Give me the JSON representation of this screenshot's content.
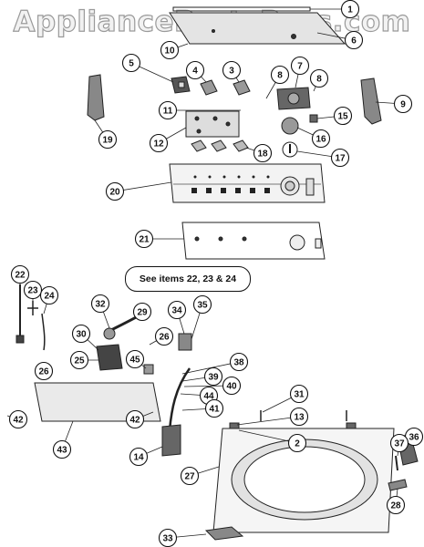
{
  "watermark": "AppliancePartsPros.com",
  "note": "See items 22, 23 & 24",
  "callouts": [
    {
      "id": "c1",
      "label": "1"
    },
    {
      "id": "c6",
      "label": "6"
    },
    {
      "id": "c10",
      "label": "10"
    },
    {
      "id": "c5",
      "label": "5"
    },
    {
      "id": "c4",
      "label": "4"
    },
    {
      "id": "c3",
      "label": "3"
    },
    {
      "id": "c7",
      "label": "7"
    },
    {
      "id": "c8a",
      "label": "8"
    },
    {
      "id": "c8b",
      "label": "8"
    },
    {
      "id": "c9",
      "label": "9"
    },
    {
      "id": "c19",
      "label": "19"
    },
    {
      "id": "c11",
      "label": "11"
    },
    {
      "id": "c15",
      "label": "15"
    },
    {
      "id": "c12",
      "label": "12"
    },
    {
      "id": "c16",
      "label": "16"
    },
    {
      "id": "c17",
      "label": "17"
    },
    {
      "id": "c18",
      "label": "18"
    },
    {
      "id": "c20",
      "label": "20"
    },
    {
      "id": "c21",
      "label": "21"
    },
    {
      "id": "c22",
      "label": "22"
    },
    {
      "id": "c23",
      "label": "23"
    },
    {
      "id": "c24",
      "label": "24"
    },
    {
      "id": "c32",
      "label": "32"
    },
    {
      "id": "c29",
      "label": "29"
    },
    {
      "id": "c34",
      "label": "34"
    },
    {
      "id": "c35",
      "label": "35"
    },
    {
      "id": "c30",
      "label": "30"
    },
    {
      "id": "c26a",
      "label": "26"
    },
    {
      "id": "c25",
      "label": "25"
    },
    {
      "id": "c45",
      "label": "45"
    },
    {
      "id": "c38",
      "label": "38"
    },
    {
      "id": "c26b",
      "label": "26"
    },
    {
      "id": "c39",
      "label": "39"
    },
    {
      "id": "c40",
      "label": "40"
    },
    {
      "id": "c44",
      "label": "44"
    },
    {
      "id": "c41",
      "label": "41"
    },
    {
      "id": "c31",
      "label": "31"
    },
    {
      "id": "c13",
      "label": "13"
    },
    {
      "id": "c42a",
      "label": "42"
    },
    {
      "id": "c43",
      "label": "43"
    },
    {
      "id": "c42b",
      "label": "42"
    },
    {
      "id": "c2",
      "label": "2"
    },
    {
      "id": "c36",
      "label": "36"
    },
    {
      "id": "c37",
      "label": "37"
    },
    {
      "id": "c14",
      "label": "14"
    },
    {
      "id": "c27",
      "label": "27"
    },
    {
      "id": "c28",
      "label": "28"
    },
    {
      "id": "c33",
      "label": "33"
    }
  ]
}
